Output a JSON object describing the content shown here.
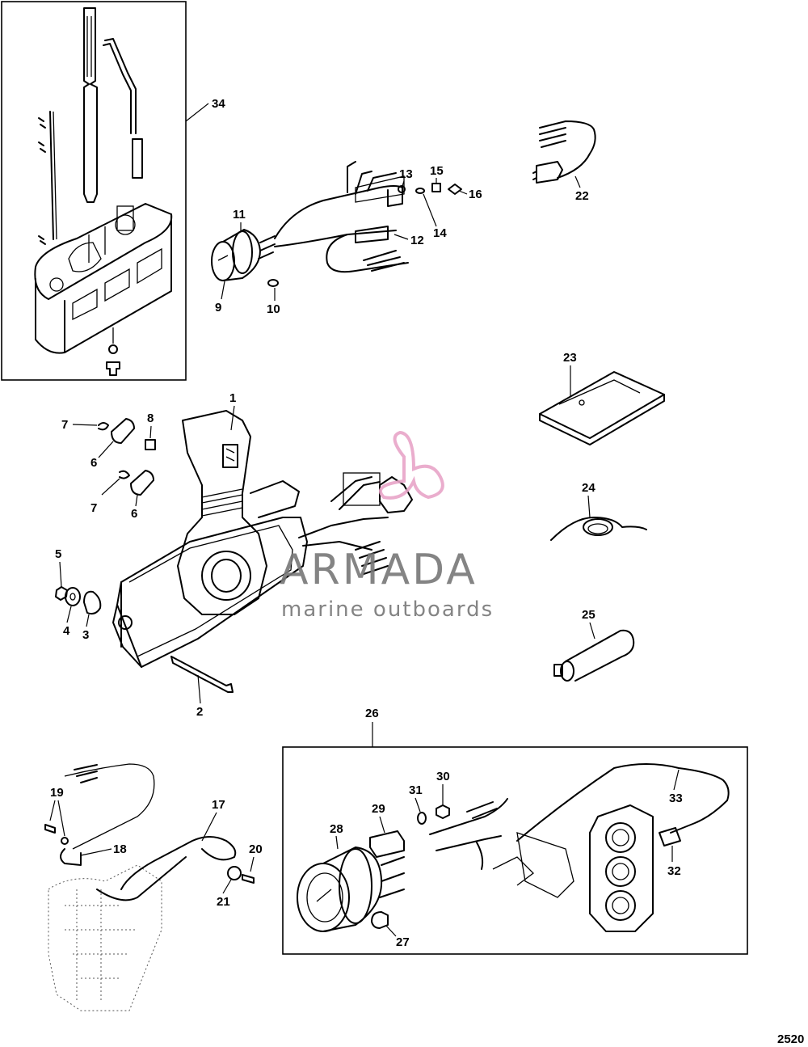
{
  "diagram_code": "2520",
  "watermark": {
    "brand": "ARMADA",
    "tagline": "marine outboards",
    "accent_color": "#e8a4c8",
    "text_color": "#777777"
  },
  "groups": {
    "gauge_kit": {
      "label": "26"
    },
    "shift_assembly": {
      "label": "34"
    }
  },
  "callouts": {
    "c1": "1",
    "c2": "2",
    "c3": "3",
    "c4": "4",
    "c5": "5",
    "c6a": "6",
    "c6b": "6",
    "c7a": "7",
    "c7b": "7",
    "c8": "8",
    "c9": "9",
    "c10": "10",
    "c11": "11",
    "c12": "12",
    "c13": "13",
    "c14": "14",
    "c15": "15",
    "c16": "16",
    "c17": "17",
    "c18": "18",
    "c19": "19",
    "c20": "20",
    "c21": "21",
    "c22": "22",
    "c23": "23",
    "c24": "24",
    "c25": "25",
    "c26": "26",
    "c27": "27",
    "c28": "28",
    "c29": "29",
    "c30": "30",
    "c31": "31",
    "c32": "32",
    "c33": "33",
    "c34": "34"
  }
}
